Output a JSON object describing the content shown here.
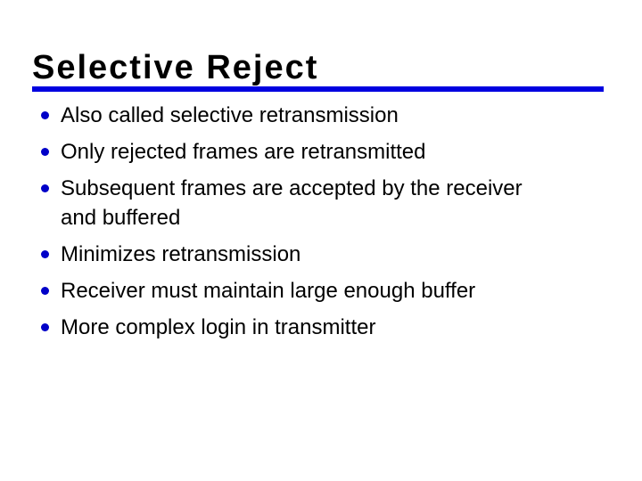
{
  "slide": {
    "title": "Selective Reject",
    "bullets": [
      {
        "text": "Also called selective retransmission"
      },
      {
        "text": "Only rejected frames are retransmitted"
      },
      {
        "line1": "Subsequent frames are accepted by the receiver",
        "line2": "and buffered"
      },
      {
        "text": "Minimizes retransmission"
      },
      {
        "text": "Receiver must maintain large enough buffer"
      },
      {
        "text": "More complex login in transmitter"
      }
    ],
    "icons": {
      "bullet": "filled-circle"
    },
    "colors": {
      "title": "#000000",
      "text": "#000000",
      "rule": "#0000e0",
      "bullet": "#0000c8"
    }
  }
}
